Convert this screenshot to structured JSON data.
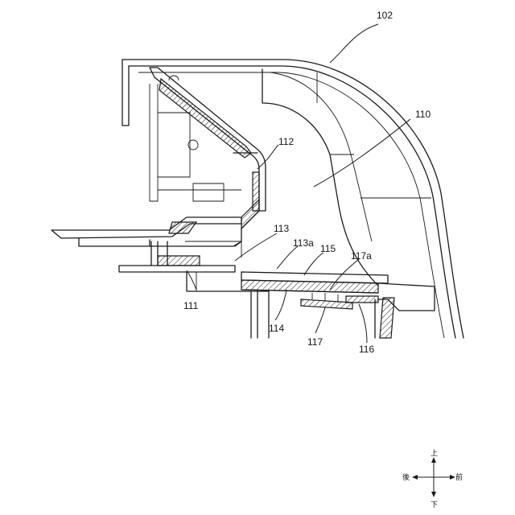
{
  "figure": {
    "labels": {
      "l102": "102",
      "l110": "110",
      "l112": "112",
      "l113": "113",
      "l113a": "113a",
      "l115": "115",
      "l117a": "117a",
      "l111": "111",
      "l114": "114",
      "l117": "117",
      "l116": "116"
    },
    "compass": {
      "up": "上",
      "down": "下",
      "rear": "後",
      "front": "前"
    }
  },
  "colors": {
    "line": "#1a1a1a",
    "background": "#ffffff"
  }
}
